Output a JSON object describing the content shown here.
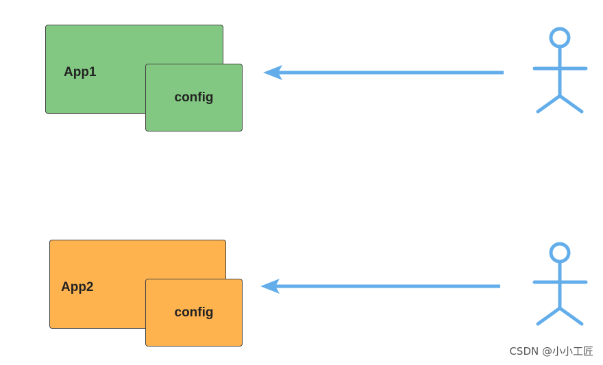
{
  "diagram": {
    "rows": [
      {
        "app_label": "App1",
        "config_label": "config",
        "color": "#82c882"
      },
      {
        "app_label": "App2",
        "config_label": "config",
        "color": "#ffb34f"
      }
    ],
    "arrow_color": "#63aeea",
    "actor_color": "#63aeea",
    "actor_icon": "stick-figure-user-icon",
    "arrow_icon": "arrow-left-icon"
  },
  "watermark": "CSDN @小小工匠"
}
